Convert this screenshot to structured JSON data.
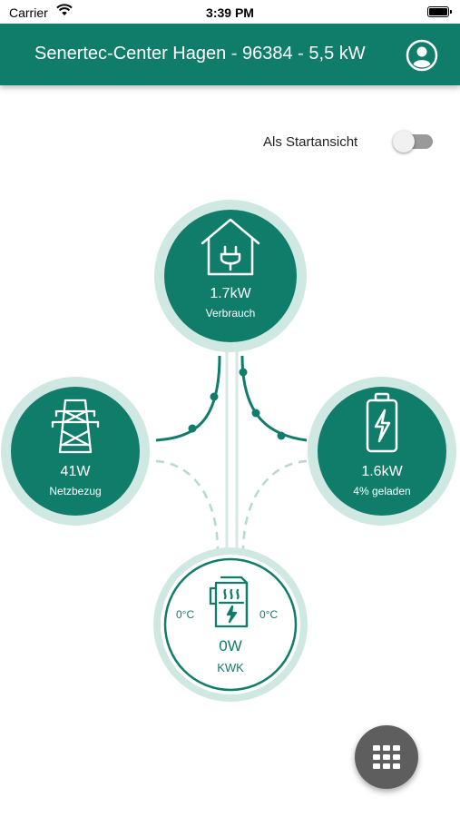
{
  "status_bar": {
    "carrier": "Carrier",
    "time": "3:39 PM"
  },
  "app_bar": {
    "title": "Senertec-Center Hagen - 96384 - 5,5 kW"
  },
  "start_view": {
    "label": "Als Startansicht",
    "enabled": false
  },
  "nodes": {
    "consumption": {
      "value": "1.7kW",
      "caption": "Verbrauch",
      "icon": "house-plug-icon"
    },
    "grid": {
      "value": "41W",
      "caption": "Netzbezug",
      "icon": "power-pylon-icon"
    },
    "battery": {
      "value": "1.6kW",
      "caption": "4% geladen",
      "icon": "battery-charging-icon"
    },
    "kwk": {
      "value": "0W",
      "caption": "KWK",
      "temp_left": "0°C",
      "temp_right": "0°C",
      "icon": "chp-unit-icon"
    }
  },
  "colors": {
    "primary": "#0f7d6a",
    "ring": "#cfe8e1",
    "fab": "#5e5e5e"
  },
  "fab": {
    "icon": "grid-menu-icon"
  }
}
